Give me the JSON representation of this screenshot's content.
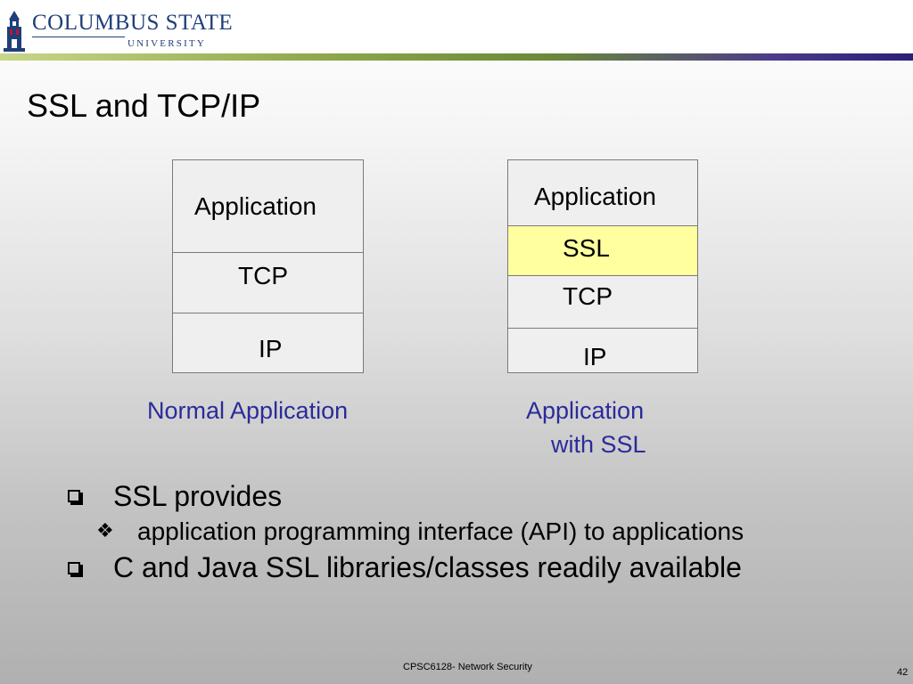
{
  "header": {
    "logo_line1": "COLUMBUS STATE",
    "logo_line2": "UNIVERSITY",
    "brand_color": "#1f3f78"
  },
  "slide": {
    "title": "SSL and TCP/IP"
  },
  "diagram": {
    "normal_stack": {
      "layers": [
        "Application",
        "TCP",
        "IP"
      ],
      "caption": "Normal Application"
    },
    "ssl_stack": {
      "layers": [
        "Application",
        "SSL",
        "TCP",
        "IP"
      ],
      "caption_line1": "Application",
      "caption_line2": "with SSL",
      "highlight_color": "#ffffa0"
    },
    "caption_color": "#2b2b9b"
  },
  "bullets": [
    {
      "text": "SSL provides",
      "sub": [
        "application programming interface (API) to applications"
      ]
    },
    {
      "text": "C and Java SSL libraries/classes readily available",
      "sub": []
    }
  ],
  "footer": {
    "course": "CPSC6128- Network Security",
    "page": "42"
  }
}
